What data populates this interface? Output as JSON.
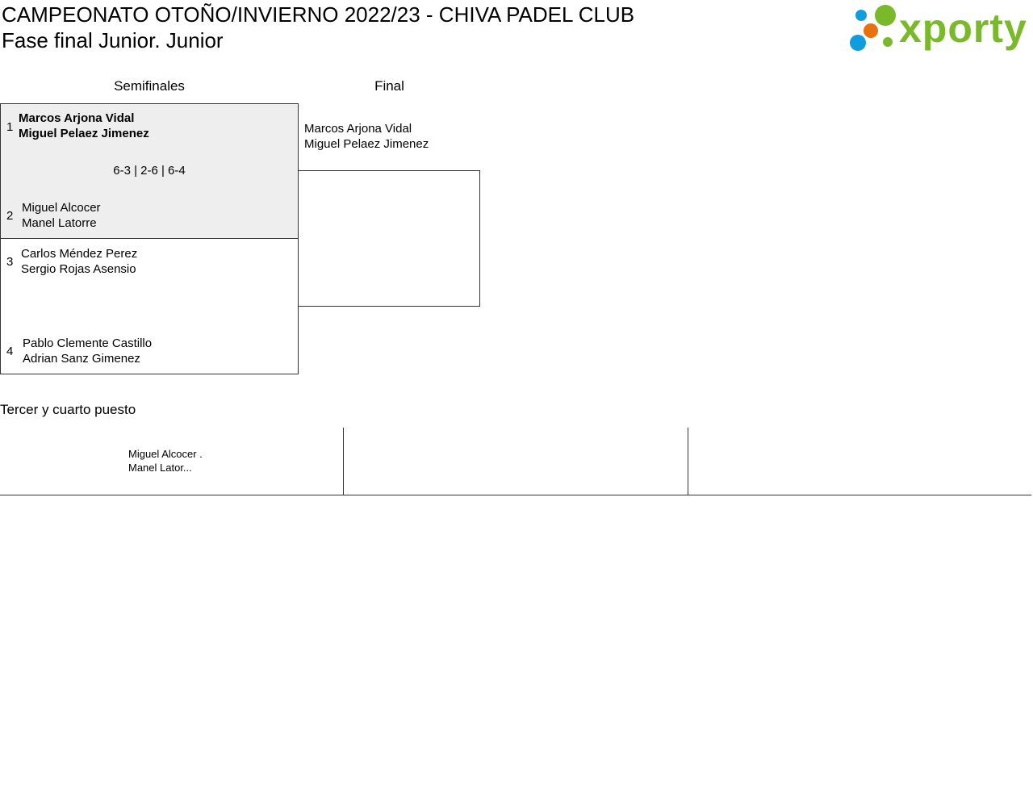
{
  "header": {
    "title": "CAMPEONATO OTOÑO/INVIERNO 2022/23 - CHIVA PADEL CLUB",
    "subtitle": "Fase final Junior. Junior",
    "logo_text": "xporty"
  },
  "rounds": [
    "Semifinales",
    "Final"
  ],
  "semifinals": [
    {
      "team1": {
        "seed": "1",
        "p1": "Marcos Arjona Vidal",
        "p2": "Miguel Pelaez Jimenez"
      },
      "score": "6-3 | 2-6 | 6-4",
      "team2": {
        "seed": "2",
        "p1": "Miguel Alcocer",
        "p2": "Manel Latorre"
      }
    },
    {
      "team1": {
        "seed": "3",
        "p1": "Carlos Méndez Perez",
        "p2": "Sergio Rojas Asensio"
      },
      "team2": {
        "seed": "4",
        "p1": "Pablo Clemente Castillo",
        "p2": "Adrian Sanz Gimenez"
      }
    }
  ],
  "final": {
    "team1": {
      "p1": "Marcos Arjona Vidal",
      "p2": "Miguel Pelaez Jimenez"
    }
  },
  "third_place": {
    "title": "Tercer y cuarto puesto",
    "team1": {
      "p1": "Miguel Alcocer .",
      "p2": "Manel Lator..."
    }
  },
  "colors": {
    "logo_green": "#7ab929",
    "logo_blue": "#0f9de0",
    "logo_orange": "#e8700f",
    "match_bg": "#eeeeee"
  }
}
